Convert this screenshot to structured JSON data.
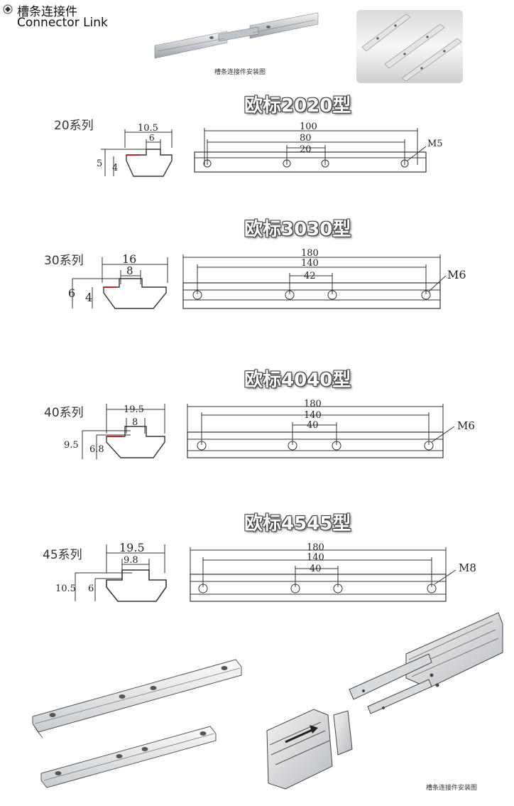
{
  "header": {
    "title_cn": "槽条连接件",
    "title_en": "Connector Link",
    "icon": "diamond-bullet-icon"
  },
  "top_caption": "槽条连接件安装图",
  "bottom_caption": "槽条连接件安装图",
  "sections": [
    {
      "title": "欧标2020型",
      "series": "20系列",
      "profile": {
        "width": "10.5",
        "slot": "6",
        "height": "5",
        "depth": "4"
      },
      "bar": {
        "length": "100",
        "outer_holes": "80",
        "inner_holes": "20",
        "thread": "M5"
      }
    },
    {
      "title": "欧标3030型",
      "series": "30系列",
      "profile": {
        "width": "16",
        "slot": "8",
        "height": "6",
        "depth": "4"
      },
      "bar": {
        "length": "180",
        "outer_holes": "140",
        "inner_holes": "42",
        "thread": "M6"
      }
    },
    {
      "title": "欧标4040型",
      "series": "40系列",
      "profile": {
        "width": "19.5",
        "slot": "8",
        "height": "9.5",
        "depth": "6.8"
      },
      "bar": {
        "length": "180",
        "outer_holes": "140",
        "inner_holes": "40",
        "thread": "M6"
      }
    },
    {
      "title": "欧标4545型",
      "series": "45系列",
      "profile": {
        "width": "19.5",
        "slot": "9.8",
        "height": "10.5",
        "depth": "6"
      },
      "bar": {
        "length": "180",
        "outer_holes": "140",
        "inner_holes": "40",
        "thread": "M8"
      }
    }
  ]
}
